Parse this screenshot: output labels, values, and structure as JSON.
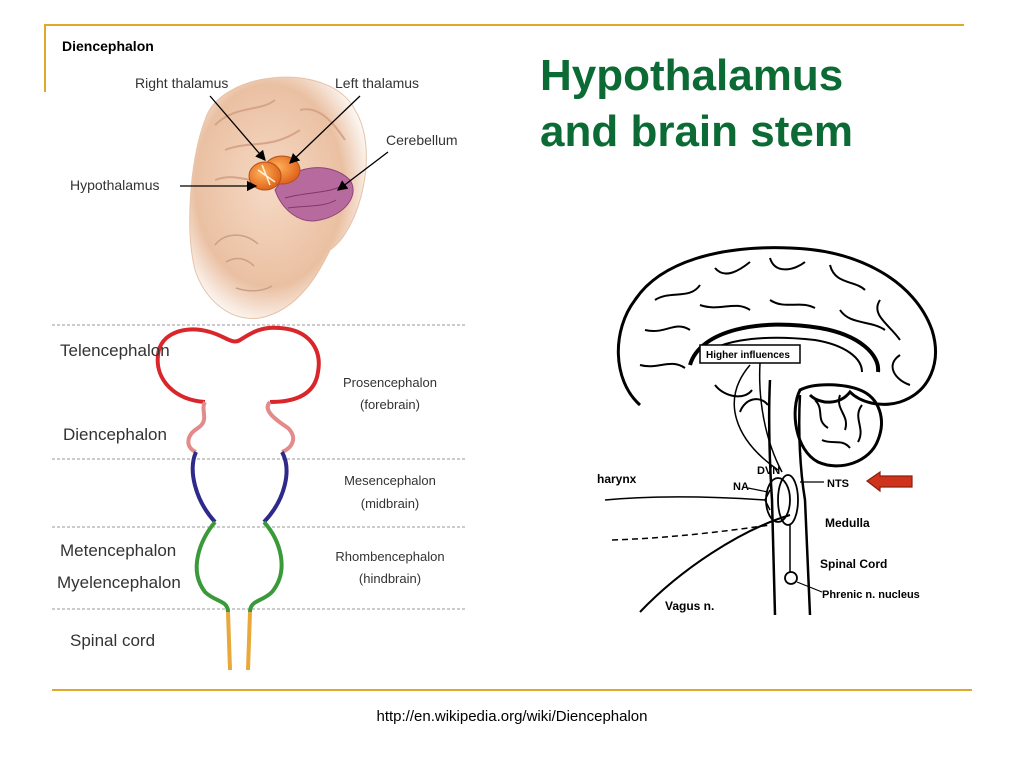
{
  "slide": {
    "title_line1": "Hypothalamus",
    "title_line2": "and brain stem",
    "source_url": "http://en.wikipedia.org/wiki/Diencephalon",
    "accent_color": "#e1a92a",
    "title_color": "#0c6b35"
  },
  "head_figure": {
    "heading": "Diencephalon",
    "labels": {
      "right_thalamus": "Right thalamus",
      "left_thalamus": "Left thalamus",
      "cerebellum": "Cerebellum",
      "hypothalamus": "Hypothalamus"
    }
  },
  "development_figure": {
    "left_labels": {
      "telencephalon": "Telencephalon",
      "diencephalon": "Diencephalon",
      "metencephalon": "Metencephalon",
      "myelencephalon": "Myelencephalon",
      "spinal_cord": "Spinal cord"
    },
    "right_labels": {
      "prosencephalon": "Prosencephalon",
      "forebrain": "(forebrain)",
      "mesencephalon": "Mesencephalon",
      "midbrain": "(midbrain)",
      "rhombencephalon": "Rhombencephalon",
      "hindbrain": "(hindbrain)"
    },
    "colors": {
      "telencephalon": "#d9262b",
      "diencephalon": "#e38a8a",
      "mesencephalon": "#2e2a8a",
      "rhombencephalon": "#3a9a3a",
      "spinal_cord": "#e8a83a"
    }
  },
  "brainstem_figure": {
    "labels": {
      "higher_influences": "Higher influences",
      "dvn": "DVN",
      "na": "NA",
      "nts": "NTS",
      "pharynx": "harynx",
      "medulla": "Medulla",
      "spinal_cord": "Spinal Cord",
      "phrenic_nucleus": "Phrenic n. nucleus",
      "vagus": "Vagus n."
    },
    "arrow_color": "#d0331c"
  }
}
